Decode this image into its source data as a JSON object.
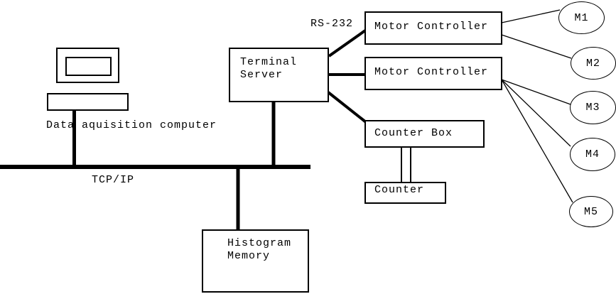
{
  "colors": {
    "background": "#ffffff",
    "stroke": "#000000",
    "text": "#000000"
  },
  "labels": {
    "computer_caption": "Data aquisition computer",
    "bus": "TCP/IP",
    "serial_link": "RS-232"
  },
  "nodes": {
    "terminal_server": {
      "line1": "Terminal",
      "line2": "Server"
    },
    "motor_controller_1": {
      "label": "Motor Controller"
    },
    "motor_controller_2": {
      "label": "Motor Controller"
    },
    "counter_box": {
      "label": "Counter Box"
    },
    "counter": {
      "label": "Counter"
    },
    "histogram_memory": {
      "line1": "Histogram",
      "line2": "Memory"
    }
  },
  "motors": [
    {
      "label": "M1"
    },
    {
      "label": "M2"
    },
    {
      "label": "M3"
    },
    {
      "label": "M4"
    },
    {
      "label": "M5"
    }
  ]
}
